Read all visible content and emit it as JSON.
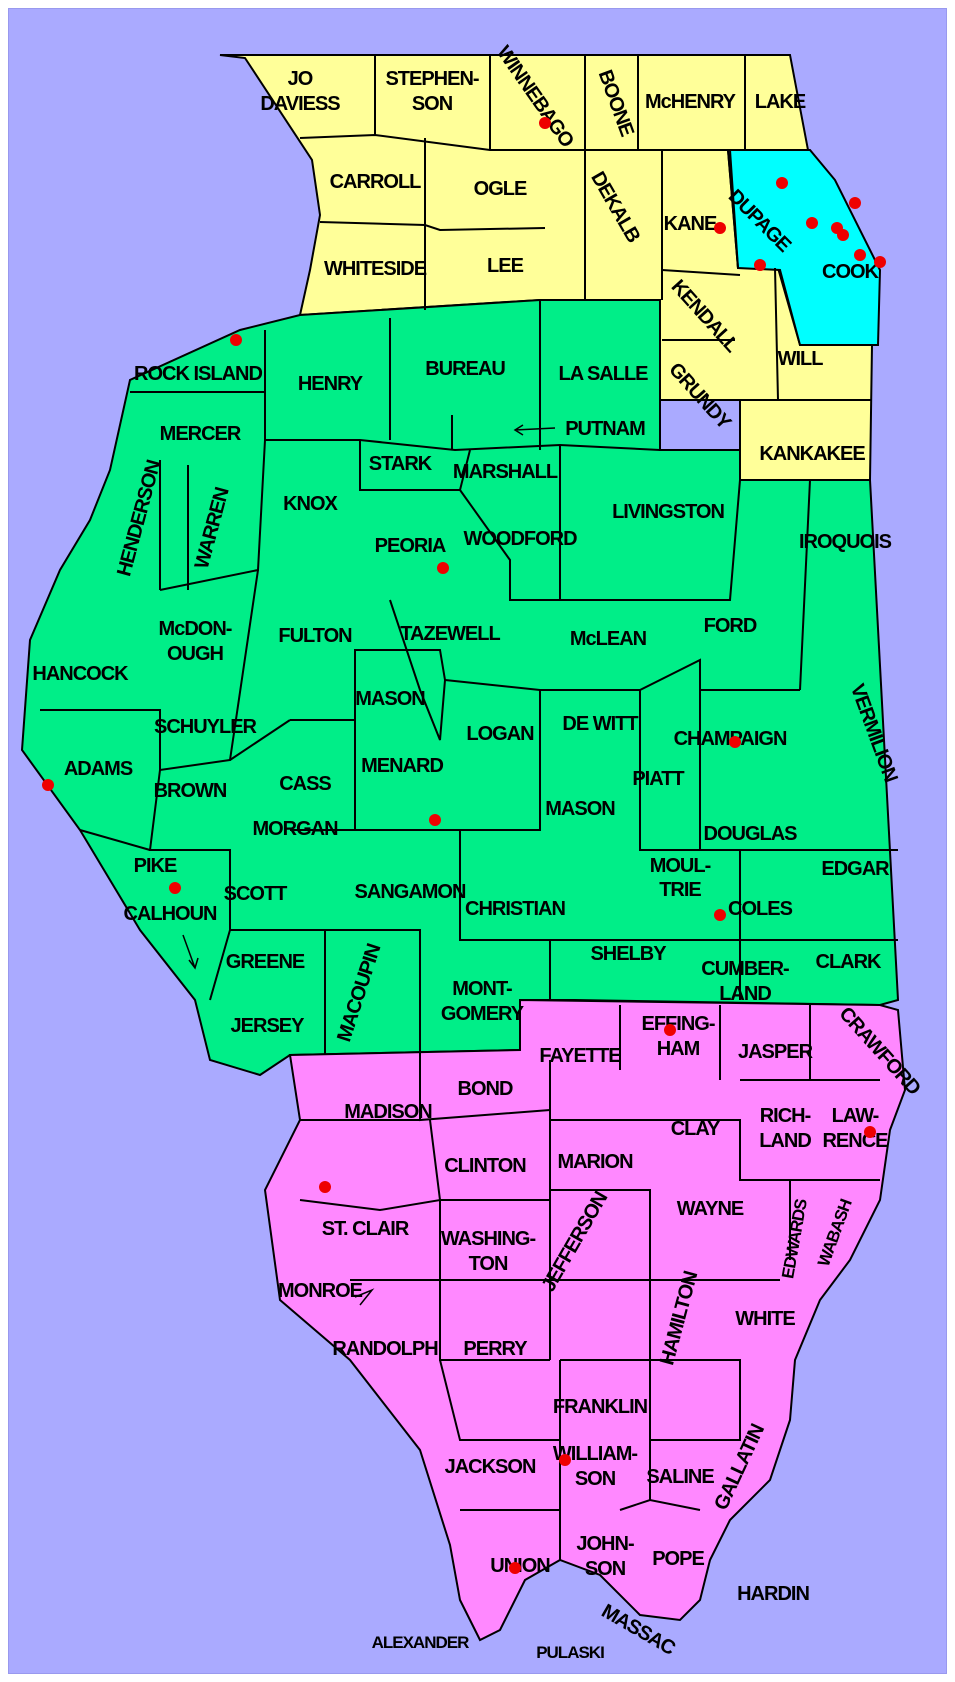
{
  "colors": {
    "background": "#aaaaff",
    "north_region": "#ffff99",
    "cook_county": "#00ffff",
    "central_region": "#00ee88",
    "south_region": "#ff88ff",
    "marker": "#ee0000",
    "border": "#000000"
  },
  "counties": {
    "jo_daviess": "JO DAVIESS",
    "stephenson": "STEPHEN- SON",
    "winnebago": "WINNEBAGO",
    "boone": "BOONE",
    "mchenry": "McHENRY",
    "lake": "LAKE",
    "carroll": "CARROLL",
    "ogle": "OGLE",
    "dekalb": "DEKALB",
    "kane": "KANE",
    "dupage": "DUPAGE",
    "cook": "COOK",
    "whiteside": "WHITESIDE",
    "lee": "LEE",
    "kendall": "KENDALL",
    "will": "WILL",
    "grundy": "GRUNDY",
    "rock_island": "ROCK ISLAND",
    "henry": "HENRY",
    "bureau": "BUREAU",
    "la_salle": "LA SALLE",
    "putnam": "PUTNAM",
    "mercer": "MERCER",
    "stark": "STARK",
    "marshall": "MARSHALL",
    "kankakee": "KANKAKEE",
    "henderson": "HENDERSON",
    "warren": "WARREN",
    "knox": "KNOX",
    "peoria": "PEORIA",
    "woodford": "WOODFORD",
    "livingston": "LIVINGSTON",
    "iroquois": "IROQUOIS",
    "hancock": "HANCOCK",
    "mcdonough": "McDON- OUGH",
    "fulton": "FULTON",
    "tazewell": "TAZEWELL",
    "mclean": "McLEAN",
    "ford": "FORD",
    "mason_north": "MASON",
    "schuyler": "SCHUYLER",
    "logan": "LOGAN",
    "de_witt": "DE WITT",
    "champaign": "CHAMPAIGN",
    "vermilion": "VERMILION",
    "adams": "ADAMS",
    "brown": "BROWN",
    "cass": "CASS",
    "menard": "MENARD",
    "piatt": "PIATT",
    "morgan": "MORGAN",
    "mason_south": "MASON",
    "douglas": "DOUGLAS",
    "edgar": "EDGAR",
    "pike": "PIKE",
    "calhoun": "CALHOUN",
    "scott": "SCOTT",
    "sangamon": "SANGAMON",
    "moultrie": "MOUL- TRIE",
    "christian": "CHRISTIAN",
    "coles": "COLES",
    "greene": "GREENE",
    "macoupin": "MACOUPIN",
    "montgomery": "MONT- GOMERY",
    "shelby": "SHELBY",
    "cumberland": "CUMBER- LAND",
    "clark": "CLARK",
    "jersey": "JERSEY",
    "fayette": "FAYETTE",
    "effingham": "EFFING- HAM",
    "jasper": "JASPER",
    "crawford": "CRAWFORD",
    "madison": "MADISON",
    "bond": "BOND",
    "clay": "CLAY",
    "richland": "RICH- LAND",
    "lawrence": "LAW- RENCE",
    "clinton": "CLINTON",
    "marion": "MARION",
    "st_clair": "ST. CLAIR",
    "washington": "WASHING- TON",
    "jefferson": "JEFFERSON",
    "wayne": "WAYNE",
    "edwards": "EDWARDS",
    "wabash": "WABASH",
    "monroe": "MONROE",
    "randolph": "RANDOLPH",
    "perry": "PERRY",
    "hamilton": "HAMILTON",
    "white": "WHITE",
    "franklin": "FRANKLIN",
    "jackson": "JACKSON",
    "williamson": "WILLIAM- SON",
    "saline": "SALINE",
    "gallatin": "GALLATIN",
    "union": "UNION",
    "johnson": "JOHN- SON",
    "pope": "POPE",
    "hardin": "HARDIN",
    "massac": "MASSAC",
    "alexander": "ALEXANDER",
    "pulaski": "PULASKI"
  },
  "markers": {
    "count": 23,
    "color": "#ee0000"
  }
}
